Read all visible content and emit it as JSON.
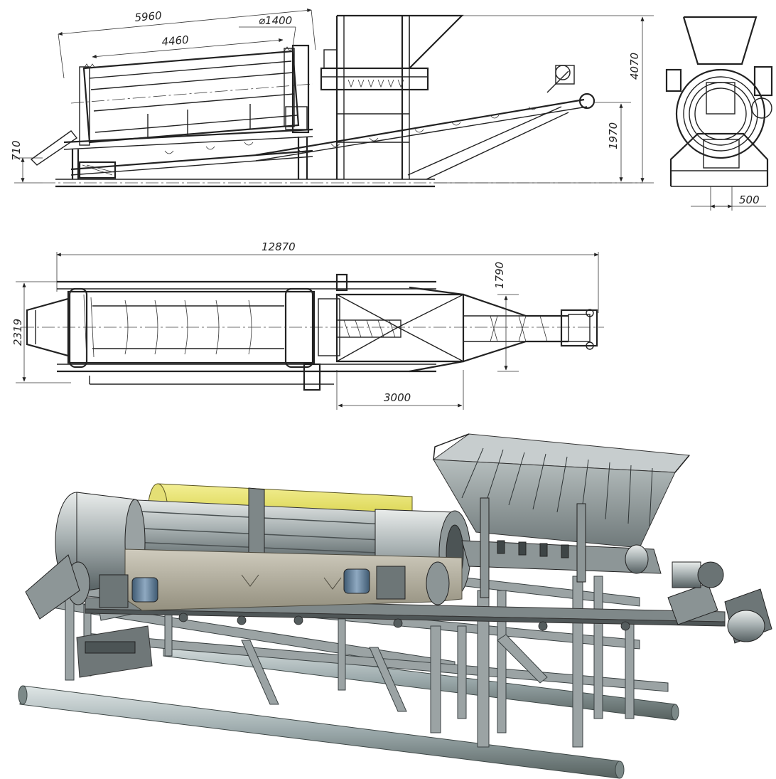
{
  "drawing": {
    "dimensions": {
      "side_total_length": "5960",
      "side_drum_length": "4460",
      "side_drum_diameter": "⌀1400",
      "side_total_height": "4070",
      "side_conveyor_height": "1970",
      "side_discharge_height": "710",
      "end_width": "500",
      "plan_total_length": "12870",
      "plan_width": "2319",
      "plan_conveyor_width": "1790",
      "plan_hopper_length": "3000"
    },
    "colors": {
      "line": "#222222",
      "steel_light": "#c9cfd0",
      "steel_mid": "#8f9899",
      "steel_dark": "#4c5455",
      "shell_tan": "#b5b2a4",
      "drum_yellow": "#d8d24a",
      "motor_blue": "#5f7f9c",
      "pipe": "#9aa8aa"
    }
  }
}
